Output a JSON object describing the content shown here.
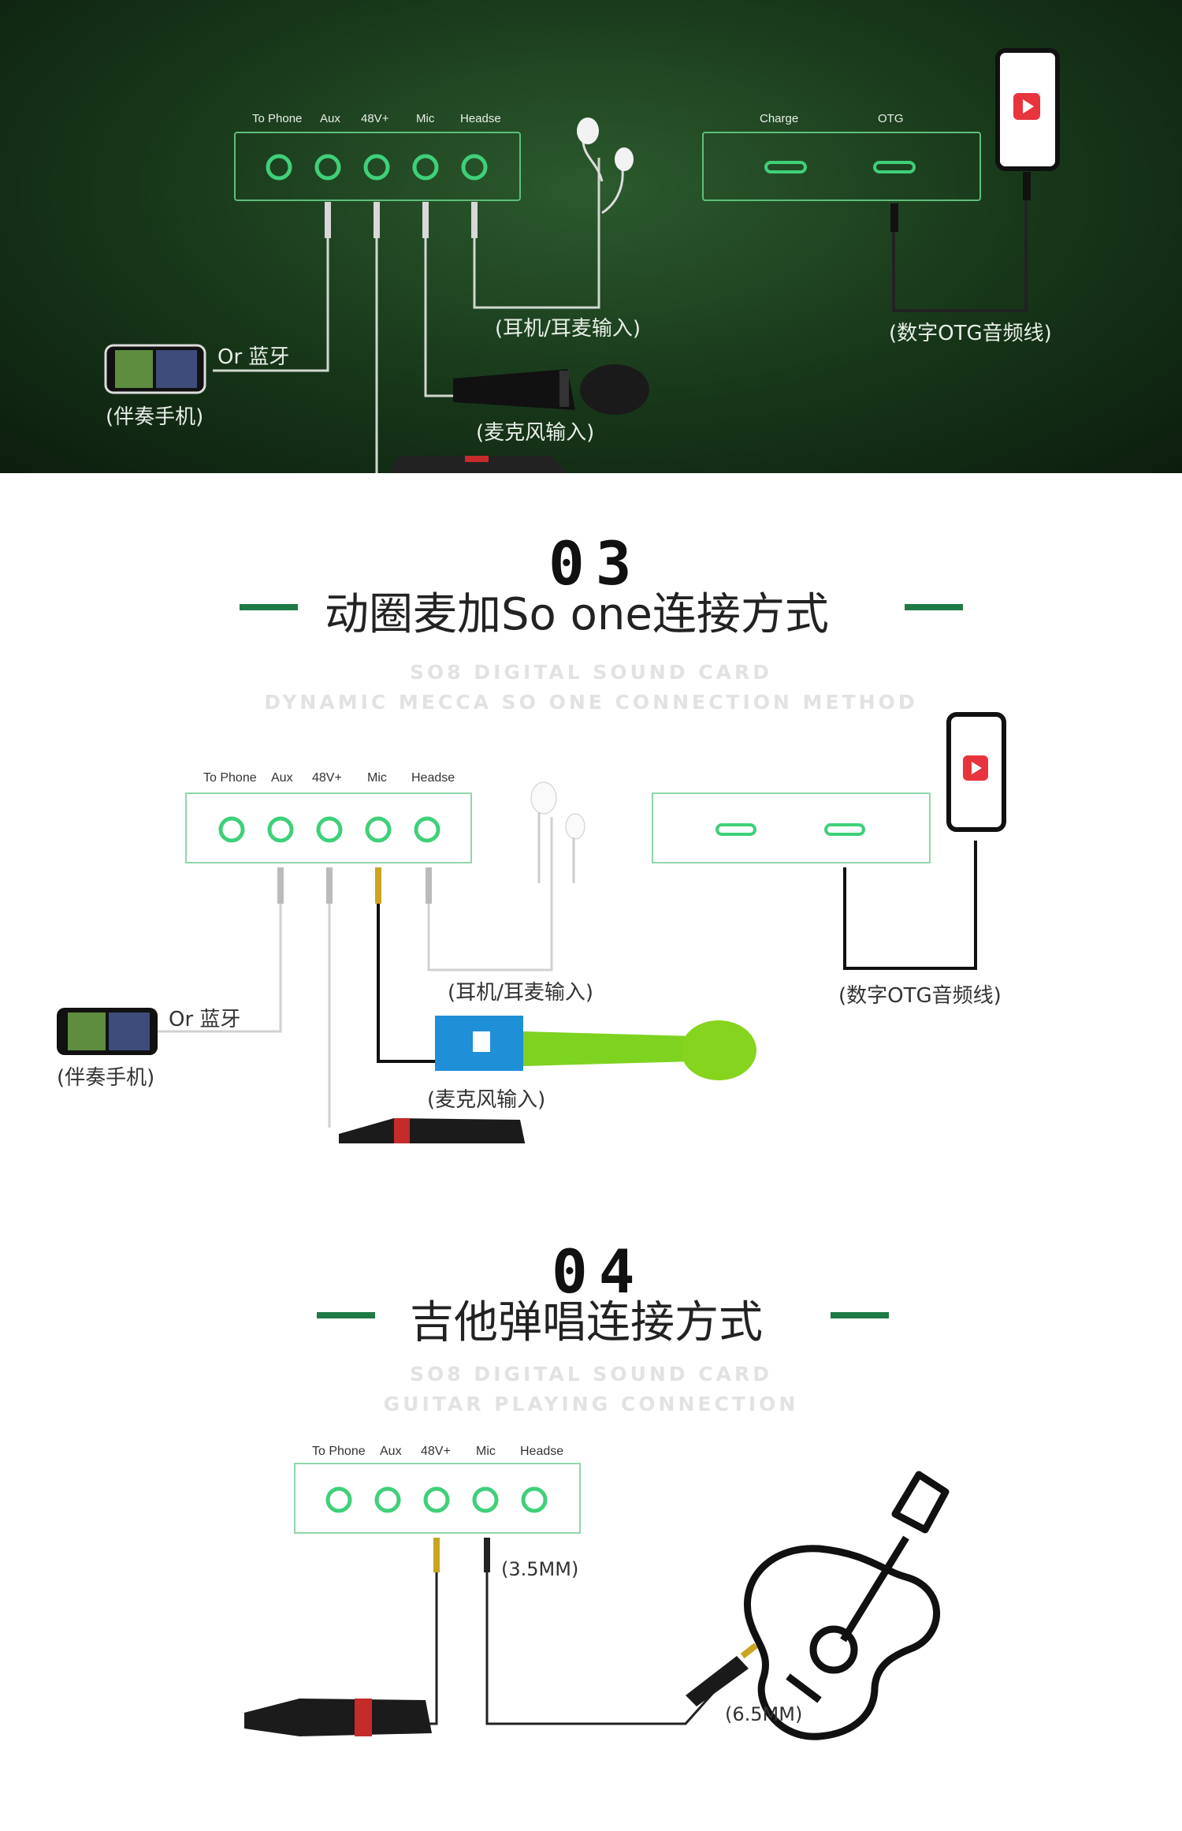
{
  "ports": [
    "To Phone",
    "Aux",
    "48V+",
    "Mic",
    "Headse"
  ],
  "top": {
    "right_ports": [
      "Charge",
      "OTG"
    ],
    "headphone_caption": "(耳机/耳麦输入)",
    "otg_caption": "(数字OTG音频线)",
    "bluetooth": "Or 蓝牙",
    "phone_caption": "(伴奏手机)",
    "mic_caption": "(麦克风输入)"
  },
  "section3": {
    "number": "03",
    "title": "动圈麦加So one连接方式",
    "sub1": "SO8 DIGITAL SOUND CARD",
    "sub2": "DYNAMIC MECCA SO ONE CONNECTION METHOD",
    "headphone_caption": "(耳机/耳麦输入)",
    "otg_caption": "(数字OTG音频线)",
    "bluetooth": "Or 蓝牙",
    "phone_caption": "(伴奏手机)",
    "mic_caption": "(麦克风输入)"
  },
  "section4": {
    "number": "04",
    "title": "吉他弹唱连接方式",
    "sub1": "SO8 DIGITAL SOUND CARD",
    "sub2": "GUITAR PLAYING CONNECTION",
    "jack_small": "(3.5MM)",
    "jack_large": "(6.5MM)"
  },
  "colors": {
    "accent_green": "#1e7a46",
    "port_ring": "#3fd07a",
    "phone_app": "#e8343c"
  }
}
